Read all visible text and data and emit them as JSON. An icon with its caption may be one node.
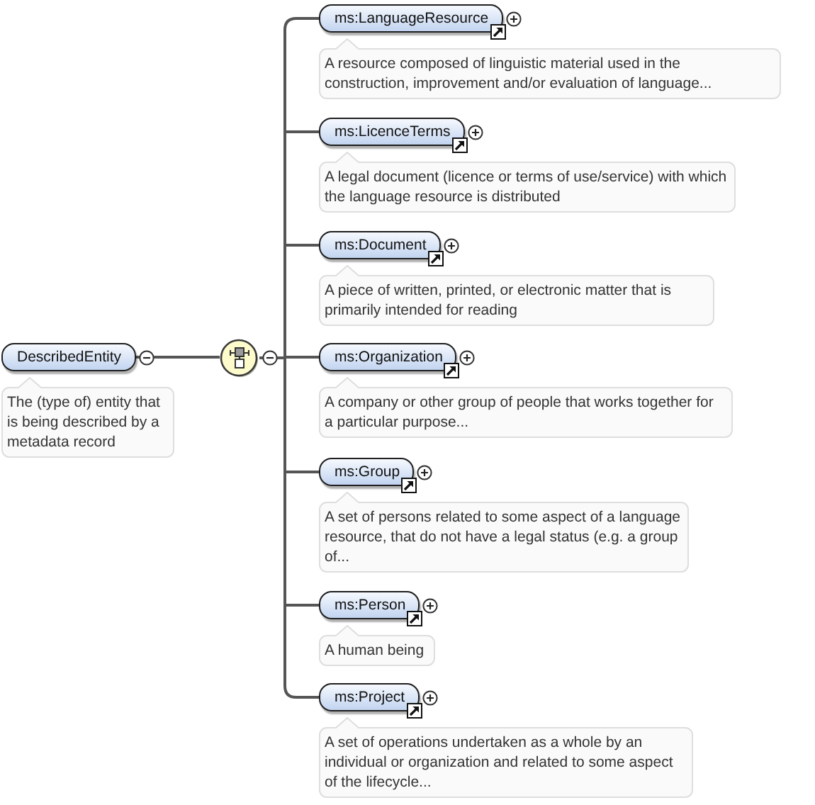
{
  "diagram": {
    "nodes": [
      {
        "text": [
          "DescribedEntity"
        ],
        "beside": [
          "The (type of) entity that is being described by a metadata record"
        ]
      },
      {
        "text": [],
        "shape": "circle"
      },
      {
        "text": [
          "ms:LanguageResource"
        ],
        "beside": [
          "A resource composed of linguistic material used in the construction, improvement and/or evaluation of language..."
        ]
      },
      {
        "text": [
          "ms:LicenceTerms"
        ],
        "beside": [
          "A legal document (licence or terms of use/service) with which the language resource is distributed"
        ]
      },
      {
        "text": [
          "ms:Document"
        ],
        "beside": [
          "A piece of written, printed, or electronic matter that is primarily intended for reading"
        ]
      },
      {
        "text": [
          "ms:Organization"
        ],
        "beside": [
          "A company or other group of people that works together for a particular purpose..."
        ]
      },
      {
        "text": [
          "ms:Group"
        ],
        "beside": [
          "A set of persons related to some aspect of a language resource, that do not have a legal status (e.g. a group of..."
        ]
      },
      {
        "text": [
          "ms:Person"
        ],
        "beside": [
          "A human being"
        ]
      },
      {
        "text": [
          "ms:Project"
        ],
        "beside": [
          "A set of operations undertaken as a whole by an individual or organization and related to some aspect of the lifecycle..."
        ]
      }
    ],
    "edges": [
      {
        "from": 0,
        "to": 1,
        "arrow": "none"
      },
      {
        "from": 1,
        "to": 2,
        "arrow": "none"
      },
      {
        "from": 1,
        "to": 3,
        "arrow": "none"
      },
      {
        "from": 1,
        "to": 4,
        "arrow": "none"
      },
      {
        "from": 1,
        "to": 5,
        "arrow": "none"
      },
      {
        "from": 1,
        "to": 6,
        "arrow": "none"
      },
      {
        "from": 1,
        "to": 7,
        "arrow": "none"
      },
      {
        "from": 1,
        "to": 8,
        "arrow": "none"
      }
    ]
  }
}
